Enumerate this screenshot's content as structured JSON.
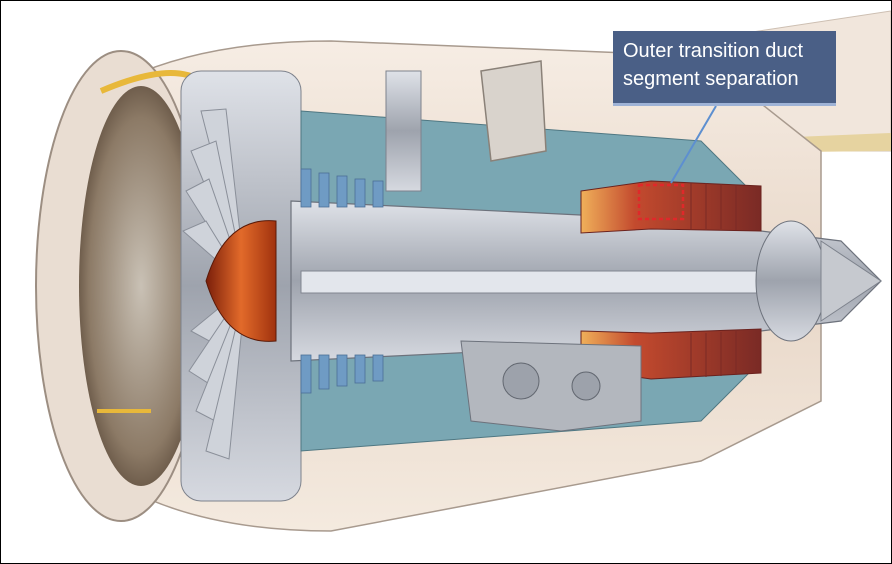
{
  "annotation": {
    "line1": "Outer transition duct",
    "line2": "segment separation"
  },
  "colors": {
    "callout_bg": "#4a5f86",
    "callout_text": "#ffffff",
    "marker": "#e0282a",
    "leader": "#5d8fd0",
    "nacelle": "#f2e6da",
    "metal": "#b9bcc4",
    "core_bg": "#6fa0ad",
    "hot_section": "#b23a2a"
  },
  "icons": [
    "turbofan-engine-cutaway-illustration"
  ]
}
